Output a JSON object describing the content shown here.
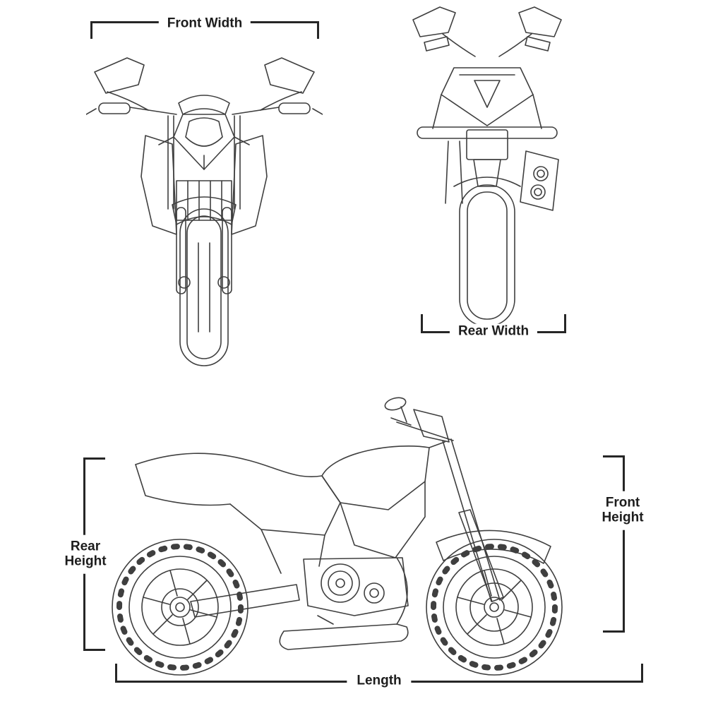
{
  "diagram": {
    "subject": "motorcycle-dimensions-diagram",
    "views": [
      {
        "id": "front-view"
      },
      {
        "id": "rear-view"
      },
      {
        "id": "side-view"
      }
    ]
  },
  "labels": {
    "front_width": "Front Width",
    "rear_width": "Rear Width",
    "rear_height": "Rear Height",
    "front_height": "Front Height",
    "length": "Length"
  },
  "colors": {
    "line": "#3f3f3f",
    "bracket": "#262626",
    "label_text": "#1d1d1d",
    "background": "#ffffff"
  }
}
